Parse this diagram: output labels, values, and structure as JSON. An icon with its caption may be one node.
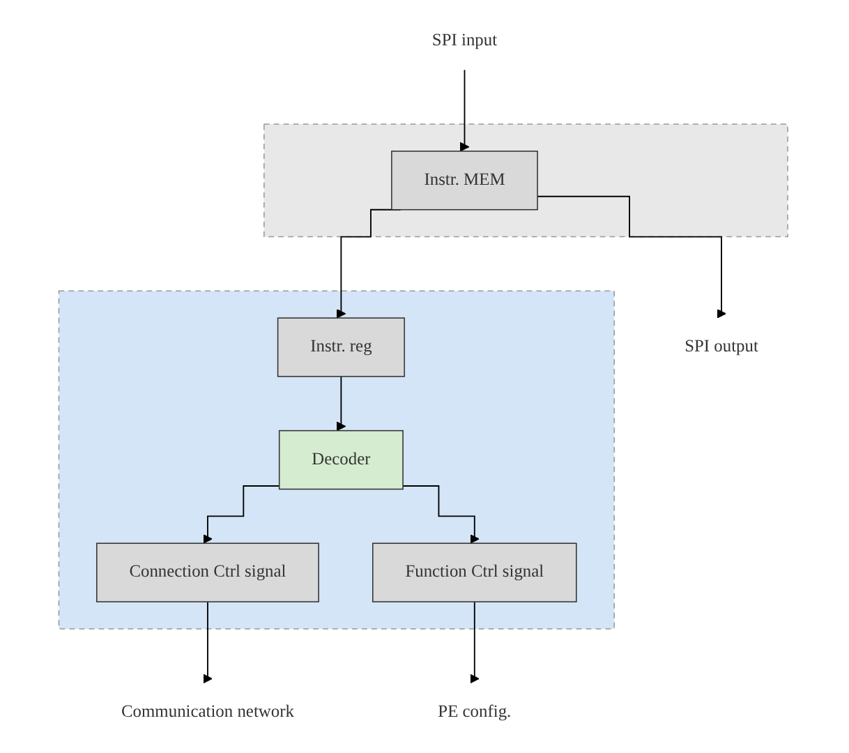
{
  "diagram": {
    "nodes": [
      {
        "text": [
          "SPI input"
        ]
      },
      {
        "text": [],
        "shape": "box"
      },
      {
        "text": [
          "Instr. MEM"
        ],
        "in": 1
      },
      {
        "text": [],
        "shape": "box"
      },
      {
        "text": [
          "Instr. reg"
        ],
        "in": 3
      },
      {
        "text": [
          "Decoder"
        ],
        "in": 3
      },
      {
        "text": [
          "Connection Ctrl signal"
        ],
        "in": 3
      },
      {
        "text": [
          "Function Ctrl signal"
        ],
        "in": 3
      },
      {
        "text": [
          "SPI output"
        ]
      },
      {
        "text": [
          "Communication network"
        ]
      },
      {
        "text": [
          "PE config."
        ]
      }
    ],
    "edges": [
      {
        "from": 0,
        "to": 2,
        "arrow": "to"
      },
      {
        "from": 2,
        "to": 4,
        "arrow": "to"
      },
      {
        "from": 4,
        "to": 5,
        "arrow": "to"
      },
      {
        "from": 5,
        "to": 6,
        "arrow": "to"
      },
      {
        "from": 5,
        "to": 7,
        "arrow": "to"
      },
      {
        "from": 2,
        "to": 8,
        "arrow": "to"
      },
      {
        "from": 6,
        "to": 9,
        "arrow": "to"
      },
      {
        "from": 7,
        "to": 10,
        "arrow": "to"
      }
    ]
  }
}
